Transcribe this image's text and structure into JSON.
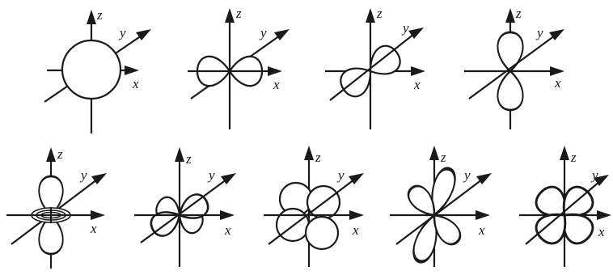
{
  "diagrams": [
    {
      "id": "s",
      "axes": {
        "x": "x",
        "y": "y",
        "z": "z"
      }
    },
    {
      "id": "p1",
      "axes": {
        "x": "x",
        "y": "y",
        "z": "z"
      }
    },
    {
      "id": "p2",
      "axes": {
        "x": "x",
        "y": "y",
        "z": "z"
      }
    },
    {
      "id": "p3",
      "axes": {
        "x": "x",
        "y": "y",
        "z": "z"
      }
    },
    {
      "id": "d1",
      "axes": {
        "x": "x",
        "y": "y",
        "z": "z"
      }
    },
    {
      "id": "d2",
      "axes": {
        "x": "x",
        "y": "y",
        "z": "z"
      }
    },
    {
      "id": "d3",
      "axes": {
        "x": "x",
        "y": "y",
        "z": "z"
      }
    },
    {
      "id": "d4",
      "axes": {
        "x": "x",
        "y": "y",
        "z": "z"
      }
    },
    {
      "id": "d5",
      "axes": {
        "x": "x",
        "y": "y",
        "z": "z"
      }
    }
  ],
  "colors": {
    "ink": "#1a1a1a",
    "background": "#ffffff"
  }
}
